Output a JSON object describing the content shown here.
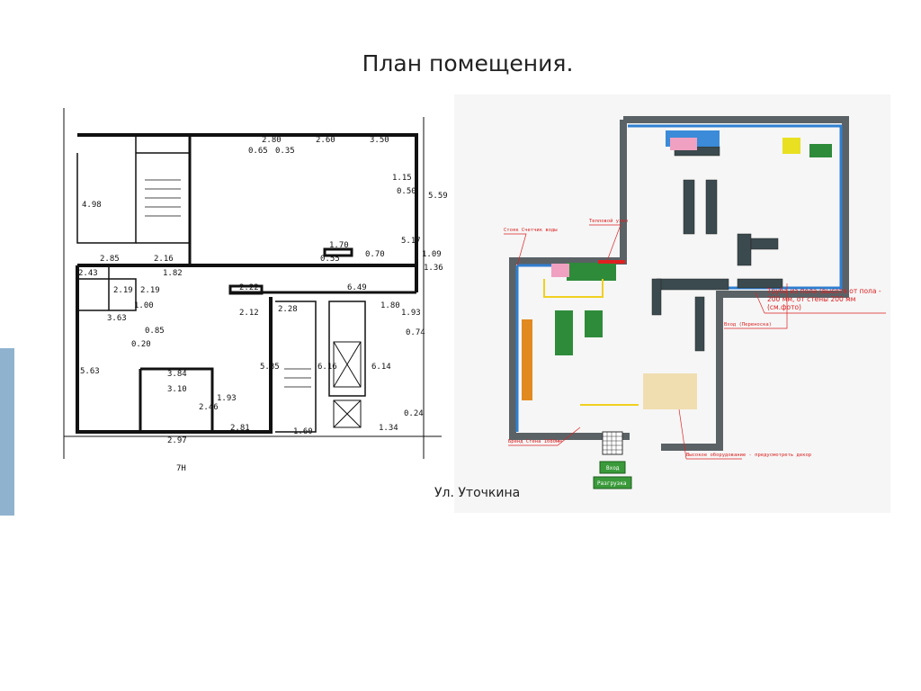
{
  "title": "План помещения.",
  "street_label": "Ул. Уточкина",
  "left_plan": {
    "dimensions": [
      "4.98",
      "2.85",
      "2.16",
      "2.43",
      "1.82",
      "2.19",
      "2.19",
      "1.00",
      "3.63",
      "5.63",
      "0.85",
      "0.20",
      "2.80",
      "2.60",
      "3.50",
      "0.65",
      "0.35",
      "5.59",
      "1.15",
      "0.50",
      "1.70",
      "6.49",
      "2.22",
      "2.12",
      "0.55",
      "0.70",
      "2.28",
      "1.80",
      "1.93",
      "6.16",
      "6.14",
      "5.85",
      "3.84",
      "3.10",
      "2.46",
      "1.93",
      "2.81",
      "2.97",
      "1.60",
      "1.34",
      "0.24",
      "0.74",
      "1.09",
      "1.36",
      "5.17"
    ],
    "footer_label": "7Н"
  },
  "right_plan": {
    "notes": {
      "water_riser": "Стояк Счетчик воды",
      "heat_unit": "Тепловой узел",
      "pipe": "Труба из пола (высота от пола - 200 мм, от стены 200 мм (см.фото)",
      "entrance_carry": "Вход (Переноска)",
      "brand_wall": "Бренд Стена 1080мм",
      "tall_equipment": "Высокое оборудование - предусмотреть декор"
    },
    "entrance": "Вход",
    "unloading": "Разгрузка"
  },
  "colors": {
    "wall": "#5a6266",
    "accent_blue": "#2f7fd0",
    "green": "#2e8b3a",
    "note_red": "#d22222",
    "sidebar": "#8fb3cf"
  }
}
